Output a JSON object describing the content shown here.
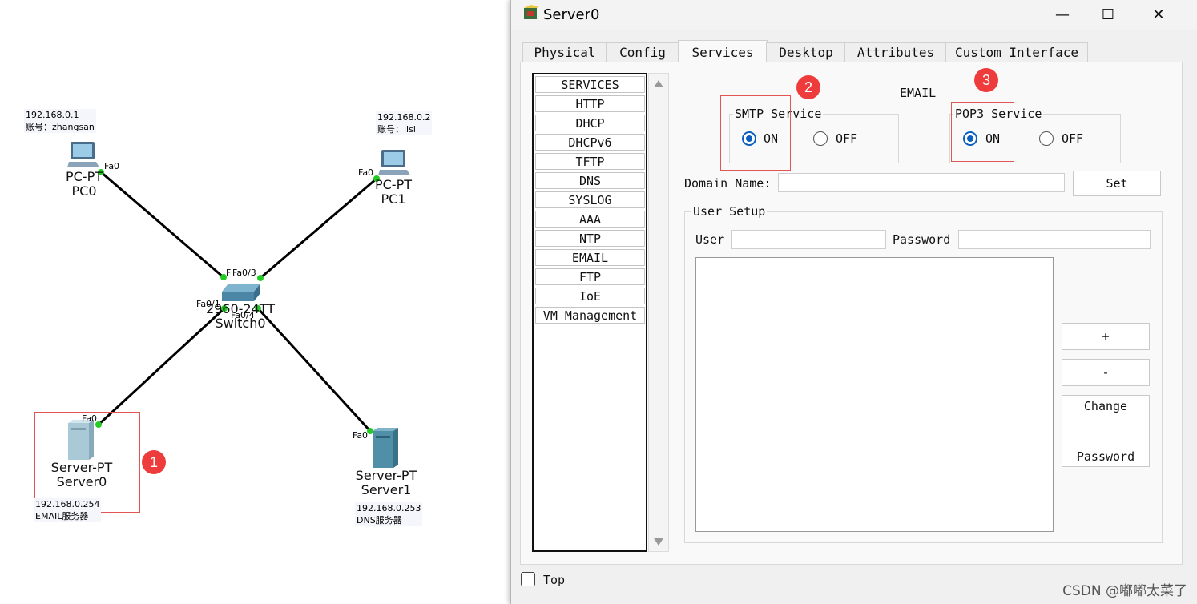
{
  "topology": {
    "pc0": {
      "type": "PC-PT",
      "name": "PC0",
      "ip": "192.168.0.1",
      "account": "账号：zhangsan",
      "port": "Fa0"
    },
    "pc1": {
      "type": "PC-PT",
      "name": "PC1",
      "ip": "192.168.0.2",
      "account": "账号：lisi",
      "port": "Fa0"
    },
    "switch": {
      "type": "2960-24TT",
      "name": "Switch0",
      "ports": [
        "F",
        "Fa0/3",
        "Fa0/1",
        "Fa0/4"
      ]
    },
    "server0": {
      "type": "Server-PT",
      "name": "Server0",
      "ip": "192.168.0.254",
      "role": "EMAIL服务器",
      "port": "Fa0"
    },
    "server1": {
      "type": "Server-PT",
      "name": "Server1",
      "ip": "192.168.0.253",
      "role": "DNS服务器",
      "port": "Fa0"
    },
    "badges": [
      "1",
      "2",
      "3"
    ]
  },
  "window": {
    "title": "Server0",
    "controls": {
      "minimize": "—",
      "maximize": "☐",
      "close": "✕"
    },
    "tabs": [
      "Physical",
      "Config",
      "Services",
      "Desktop",
      "Attributes",
      "Custom Interface"
    ],
    "active_tab": "Services",
    "services": [
      "SERVICES",
      "HTTP",
      "DHCP",
      "DHCPv6",
      "TFTP",
      "DNS",
      "SYSLOG",
      "AAA",
      "NTP",
      "EMAIL",
      "FTP",
      "IoE",
      "VM Management"
    ],
    "email": {
      "heading": "EMAIL",
      "smtp": {
        "legend": "SMTP Service",
        "on": "ON",
        "off": "OFF",
        "selected": "ON"
      },
      "pop3": {
        "legend": "POP3 Service",
        "on": "ON",
        "off": "OFF",
        "selected": "ON"
      },
      "domain_label": "Domain Name:",
      "domain_value": "",
      "set_button": "Set",
      "user_setup": {
        "legend": "User Setup",
        "user_label": "User",
        "user_value": "",
        "password_label": "Password",
        "password_value": "",
        "add_button": "+",
        "remove_button": "-",
        "change_button_line1": "Change",
        "change_button_line2": "Password"
      }
    },
    "top_checkbox": {
      "label": "Top",
      "checked": false
    }
  },
  "watermark": "CSDN @嘟嘟太菜了",
  "colors": {
    "link": "#000000",
    "port_dot": "#22cc22",
    "highlight": "#e25555",
    "radio": "#0a5fbf"
  }
}
